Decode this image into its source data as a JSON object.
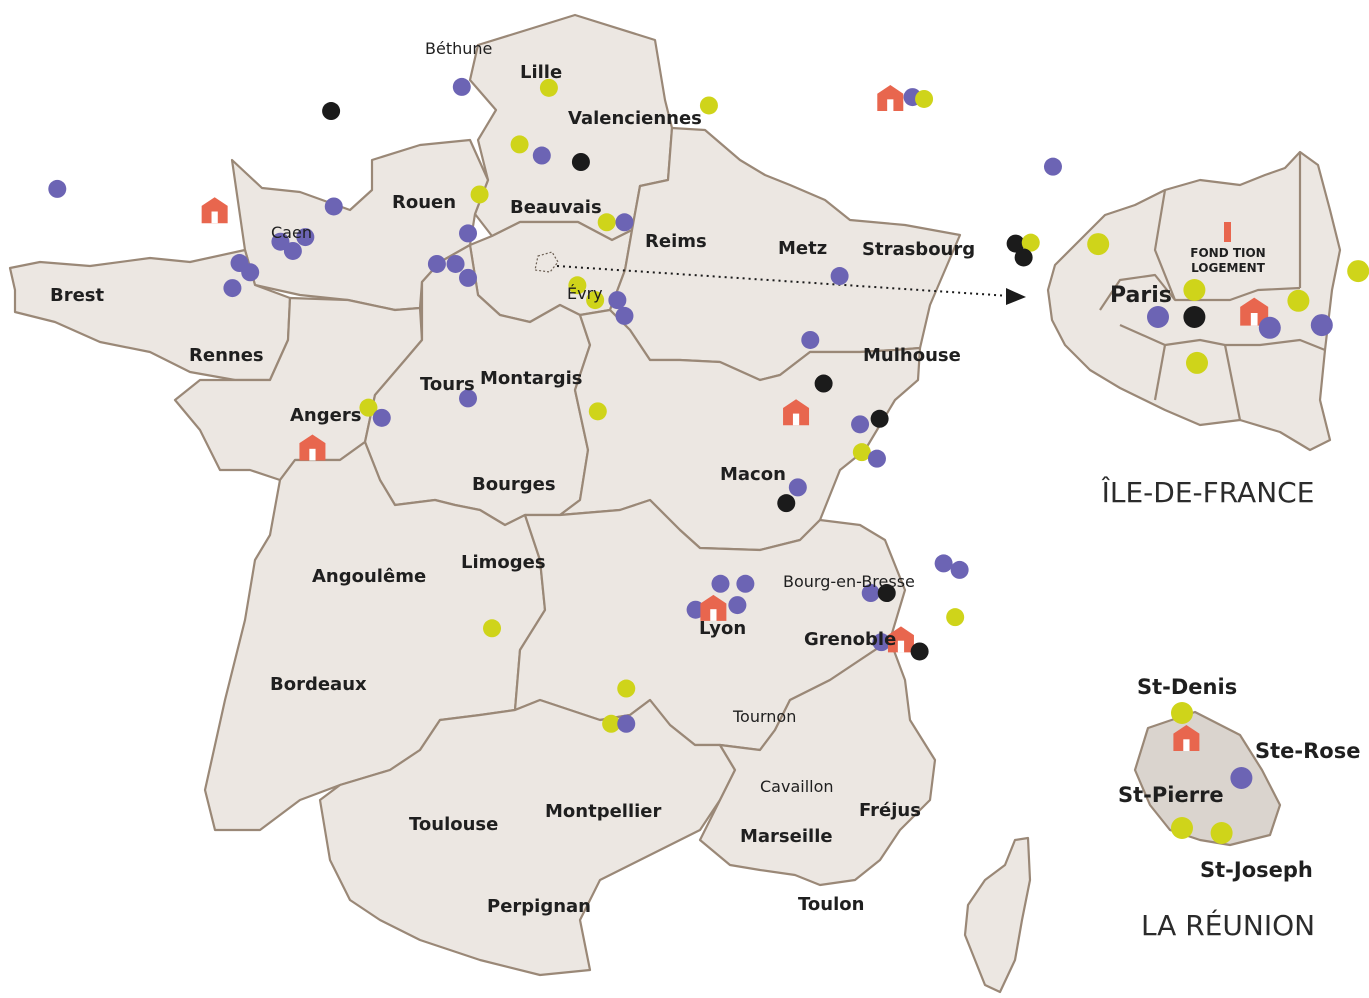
{
  "colors": {
    "land": "#ece7e2",
    "border": "#9a8877",
    "blue_marker": "#6c64b4",
    "yellow_marker": "#cfd41a",
    "black_marker": "#1b1b1b",
    "house_marker": "#e8664e"
  },
  "insets": {
    "idf_title": "ÎLE-DE-FRANCE",
    "reunion_title": "LA RÉUNION",
    "logo_line1": "FOND TION",
    "logo_line2": "LOGEMENT"
  },
  "cities": {
    "bethune": "Béthune",
    "lille": "Lille",
    "valenciennes": "Valenciennes",
    "rouen": "Rouen",
    "beauvais": "Beauvais",
    "caen": "Caen",
    "reims": "Reims",
    "metz": "Metz",
    "strasbourg": "Strasbourg",
    "brest": "Brest",
    "rennes": "Rennes",
    "evry": "Évry",
    "mulhouse": "Mulhouse",
    "angers": "Angers",
    "tours": "Tours",
    "montargis": "Montargis",
    "bourges": "Bourges",
    "macon": "Macon",
    "angouleme": "Angoulême",
    "limoges": "Limoges",
    "bourg": "Bourg-en-Bresse",
    "lyon": "Lyon",
    "grenoble": "Grenoble",
    "bordeaux": "Bordeaux",
    "tournon": "Tournon",
    "cavaillon": "Cavaillon",
    "frejus": "Fréjus",
    "toulouse": "Toulouse",
    "montpellier": "Montpellier",
    "marseille": "Marseille",
    "perpignan": "Perpignan",
    "toulon": "Toulon",
    "paris": "Paris",
    "st_denis": "St-Denis",
    "ste_rose": "Ste-Rose",
    "st_pierre": "St-Pierre",
    "st_joseph": "St-Joseph"
  },
  "markers": [
    {
      "type": "black",
      "lon": 2.64,
      "lat": 50.53
    },
    {
      "type": "house",
      "lon": 3.06,
      "lat": 50.63
    },
    {
      "type": "yellow",
      "lon": 2.9,
      "lat": 50.6
    },
    {
      "type": "yellow",
      "lon": 3.25,
      "lat": 50.6
    },
    {
      "type": "blue",
      "lon": 1.1,
      "lat": 49.44
    },
    {
      "type": "yellow",
      "lon": 2.08,
      "lat": 49.43
    },
    {
      "type": "black",
      "lon": -0.37,
      "lat": 49.18
    },
    {
      "type": "yellow",
      "lon": 3.88,
      "lat": 49.24
    },
    {
      "type": "house",
      "lon": 5.92,
      "lat": 49.32
    },
    {
      "type": "blue",
      "lon": 6.17,
      "lat": 49.33
    },
    {
      "type": "yellow",
      "lon": 6.3,
      "lat": 49.31
    },
    {
      "type": "blue",
      "lon": 7.75,
      "lat": 48.58
    },
    {
      "type": "blue",
      "lon": -4.49,
      "lat": 48.39
    },
    {
      "type": "blue",
      "lon": -3.45,
      "lat": 48.34
    },
    {
      "type": "house",
      "lon": -1.68,
      "lat": 48.11
    },
    {
      "type": "yellow",
      "lon": 1.75,
      "lat": 48.82
    },
    {
      "type": "blue",
      "lon": 2.0,
      "lat": 48.7
    },
    {
      "type": "black",
      "lon": 2.44,
      "lat": 48.63
    },
    {
      "type": "yellow",
      "lon": 1.3,
      "lat": 48.28
    },
    {
      "type": "blue",
      "lon": -0.34,
      "lat": 48.15
    },
    {
      "type": "yellow",
      "lon": 2.73,
      "lat": 47.98
    },
    {
      "type": "blue",
      "lon": 2.93,
      "lat": 47.98
    },
    {
      "type": "black",
      "lon": 7.33,
      "lat": 47.75
    },
    {
      "type": "yellow",
      "lon": 7.5,
      "lat": 47.76
    },
    {
      "type": "black",
      "lon": 7.42,
      "lat": 47.6
    },
    {
      "type": "blue",
      "lon": -0.66,
      "lat": 47.82
    },
    {
      "type": "blue",
      "lon": -0.94,
      "lat": 47.77
    },
    {
      "type": "blue",
      "lon": -0.8,
      "lat": 47.67
    },
    {
      "type": "blue",
      "lon": -1.4,
      "lat": 47.54
    },
    {
      "type": "blue",
      "lon": -1.28,
      "lat": 47.44
    },
    {
      "type": "blue",
      "lon": -1.48,
      "lat": 47.27
    },
    {
      "type": "blue",
      "lon": 1.17,
      "lat": 47.86
    },
    {
      "type": "blue",
      "lon": 0.82,
      "lat": 47.53
    },
    {
      "type": "blue",
      "lon": 1.03,
      "lat": 47.53
    },
    {
      "type": "blue",
      "lon": 1.17,
      "lat": 47.38
    },
    {
      "type": "yellow",
      "lon": 2.4,
      "lat": 47.3
    },
    {
      "type": "yellow",
      "lon": 2.6,
      "lat": 47.14
    },
    {
      "type": "blue",
      "lon": 2.85,
      "lat": 47.14
    },
    {
      "type": "blue",
      "lon": 2.93,
      "lat": 46.97
    },
    {
      "type": "blue",
      "lon": 5.35,
      "lat": 47.4
    },
    {
      "type": "blue",
      "lon": 5.02,
      "lat": 46.71
    },
    {
      "type": "yellow",
      "lon": 0.05,
      "lat": 45.98
    },
    {
      "type": "blue",
      "lon": 0.2,
      "lat": 45.87
    },
    {
      "type": "blue",
      "lon": 1.17,
      "lat": 46.08
    },
    {
      "type": "yellow",
      "lon": 2.63,
      "lat": 45.94
    },
    {
      "type": "black",
      "lon": 5.17,
      "lat": 46.24
    },
    {
      "type": "house",
      "lon": 4.86,
      "lat": 45.93
    },
    {
      "type": "blue",
      "lon": 5.58,
      "lat": 45.8
    },
    {
      "type": "black",
      "lon": 5.8,
      "lat": 45.86
    },
    {
      "type": "yellow",
      "lon": 5.6,
      "lat": 45.5
    },
    {
      "type": "blue",
      "lon": 5.77,
      "lat": 45.43
    },
    {
      "type": "house",
      "lon": -0.58,
      "lat": 45.55
    },
    {
      "type": "blue",
      "lon": 4.88,
      "lat": 45.12
    },
    {
      "type": "black",
      "lon": 4.75,
      "lat": 44.95
    },
    {
      "type": "blue",
      "lon": 6.52,
      "lat": 44.3
    },
    {
      "type": "blue",
      "lon": 6.7,
      "lat": 44.23
    },
    {
      "type": "blue",
      "lon": 5.7,
      "lat": 43.98
    },
    {
      "type": "black",
      "lon": 5.88,
      "lat": 43.98
    },
    {
      "type": "yellow",
      "lon": 6.65,
      "lat": 43.72
    },
    {
      "type": "yellow",
      "lon": 1.44,
      "lat": 43.6
    },
    {
      "type": "blue",
      "lon": 4.01,
      "lat": 44.08
    },
    {
      "type": "blue",
      "lon": 4.29,
      "lat": 44.08
    },
    {
      "type": "blue",
      "lon": 4.2,
      "lat": 43.85
    },
    {
      "type": "blue",
      "lon": 3.73,
      "lat": 43.8
    },
    {
      "type": "house",
      "lon": 3.93,
      "lat": 43.82
    },
    {
      "type": "blue",
      "lon": 5.82,
      "lat": 43.45
    },
    {
      "type": "house",
      "lon": 6.04,
      "lat": 43.48
    },
    {
      "type": "black",
      "lon": 6.25,
      "lat": 43.35
    },
    {
      "type": "yellow",
      "lon": 2.95,
      "lat": 42.95
    },
    {
      "type": "yellow",
      "lon": 2.78,
      "lat": 42.57
    },
    {
      "type": "blue",
      "lon": 2.95,
      "lat": 42.57
    }
  ],
  "idf_markers": [
    {
      "type": "yellow",
      "lon": 1.95,
      "lat": 49.05
    },
    {
      "type": "yellow",
      "lon": 2.95,
      "lat": 48.95
    },
    {
      "type": "yellow",
      "lon": 2.32,
      "lat": 48.88
    },
    {
      "type": "yellow",
      "lon": 2.72,
      "lat": 48.84
    },
    {
      "type": "blue",
      "lon": 2.18,
      "lat": 48.78
    },
    {
      "type": "black",
      "lon": 2.32,
      "lat": 48.78
    },
    {
      "type": "house",
      "lon": 2.55,
      "lat": 48.8
    },
    {
      "type": "blue",
      "lon": 2.61,
      "lat": 48.74
    },
    {
      "type": "blue",
      "lon": 2.81,
      "lat": 48.75
    },
    {
      "type": "yellow",
      "lon": 2.33,
      "lat": 48.61
    }
  ],
  "reunion_markers": [
    {
      "type": "yellow",
      "lon": 55.45,
      "lat": -20.88
    },
    {
      "type": "house",
      "lon": 55.47,
      "lat": -20.98
    },
    {
      "type": "blue",
      "lon": 55.72,
      "lat": -21.14
    },
    {
      "type": "yellow",
      "lon": 55.45,
      "lat": -21.34
    },
    {
      "type": "yellow",
      "lon": 55.63,
      "lat": -21.36
    }
  ]
}
